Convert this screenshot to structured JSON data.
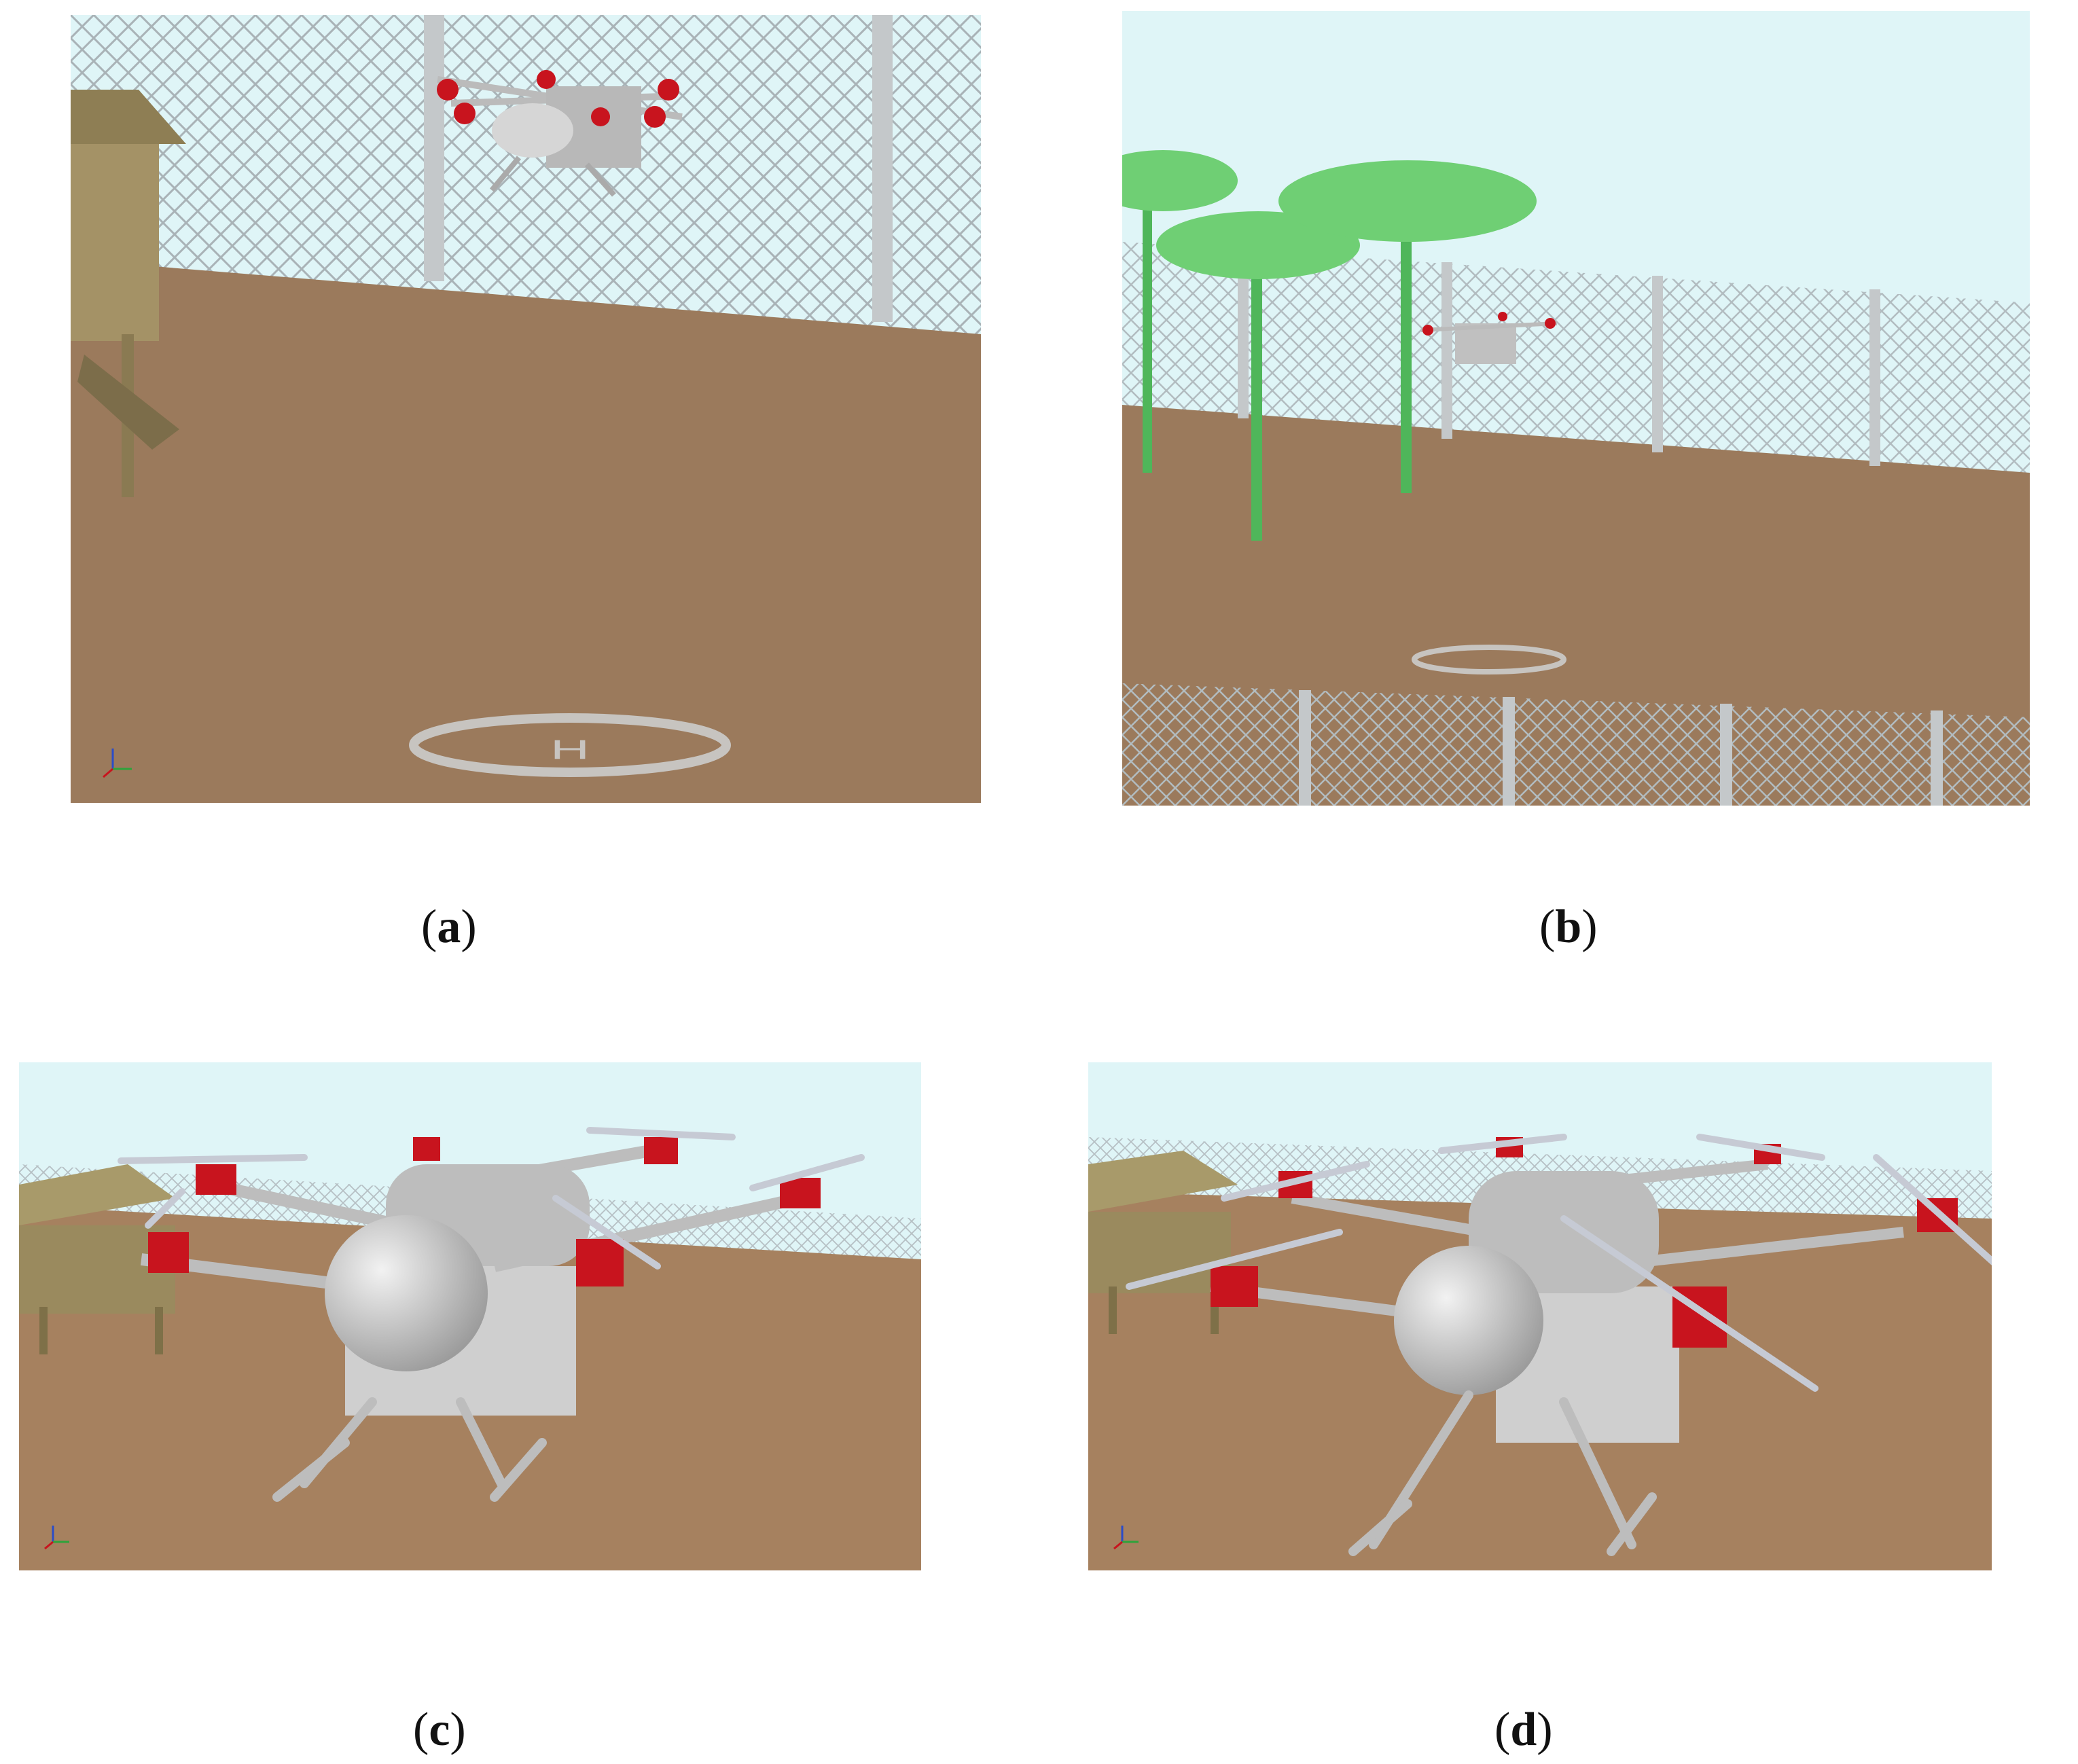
{
  "figure": {
    "panels": [
      {
        "id": "a",
        "caption_open": "(",
        "caption_letter": "a",
        "caption_close": ")"
      },
      {
        "id": "b",
        "caption_open": "(",
        "caption_letter": "b",
        "caption_close": ")"
      },
      {
        "id": "c",
        "caption_open": "(",
        "caption_letter": "c",
        "caption_close": ")"
      },
      {
        "id": "d",
        "caption_open": "(",
        "caption_letter": "d",
        "caption_close": ")"
      }
    ],
    "colors": {
      "sky": "#dff5f7",
      "ground": "#9b7a5c",
      "fence": "#bfc5c8",
      "drone_body": "#c9c9c9",
      "motor": "#c8141e",
      "tree": "#4fb65a",
      "hut": "#9a8a5e",
      "helipad": "#c7c4c0"
    },
    "helipad_letter": "H"
  }
}
